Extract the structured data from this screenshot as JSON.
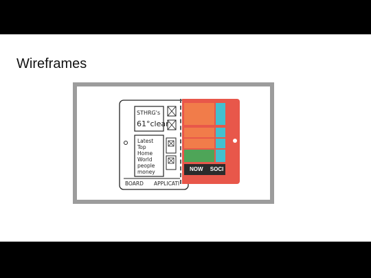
{
  "slide": {
    "title": "Wireframes"
  },
  "sketch": {
    "weather_city": "STHRG's",
    "weather_temp": "61°clear",
    "nav_items": [
      "Latest",
      "Top",
      "Home",
      "World",
      "people",
      "money"
    ],
    "footer_left": "BOARD",
    "footer_right": "APPLICATI"
  },
  "mock": {
    "nav_now": "NOW",
    "nav_social": "SOCI"
  },
  "colors": {
    "background": "#000000",
    "slide": "#ffffff",
    "frame": "#9c9c9c",
    "tablet_red": "#e8574a",
    "orange": "#f17c4a",
    "teal": "#43c0cf",
    "green": "#4ea558",
    "nav_dark": "#2b2b2b"
  }
}
